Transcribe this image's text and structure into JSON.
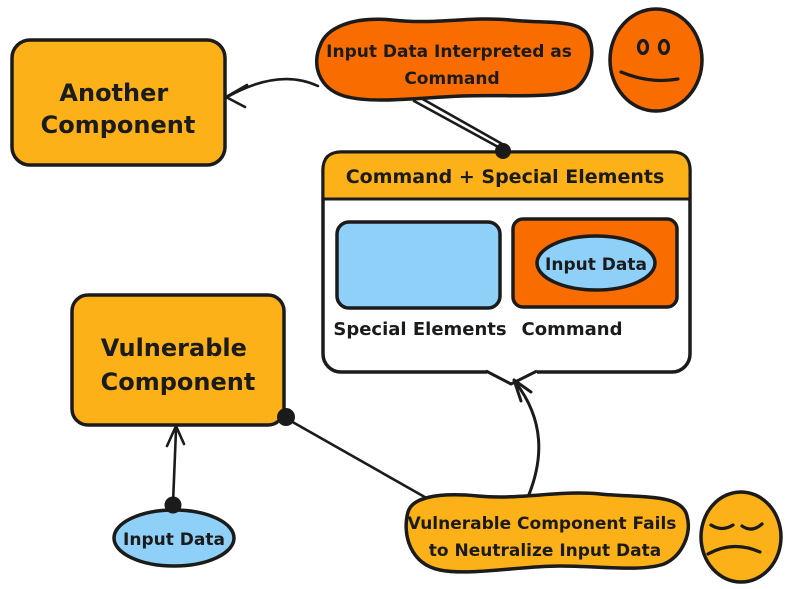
{
  "diagram": {
    "colors": {
      "amber": "#FBB117",
      "orange": "#F96D00",
      "blue": "#8FD0F8",
      "white": "#FFFFFF",
      "ink": "#1B1B1B"
    },
    "nodes": {
      "another_component": {
        "line1": "Another",
        "line2": "Component"
      },
      "interpreted_banner": {
        "line1": "Input Data Interpreted as",
        "line2": "Command"
      },
      "command_container": {
        "header": "Command + Special Elements",
        "special_elements_label": "Special Elements",
        "command_label": "Command",
        "input_data_label": "Input Data"
      },
      "vulnerable_component": {
        "line1": "Vulnerable",
        "line2": "Component"
      },
      "input_data_ellipse": {
        "label": "Input Data"
      },
      "fails_banner": {
        "line1": "Vulnerable Component Fails",
        "line2": "to Neutralize Input Data"
      }
    },
    "icons": {
      "frowning_face": "frowning-face-icon",
      "sad_face": "sad-face-icon"
    }
  }
}
